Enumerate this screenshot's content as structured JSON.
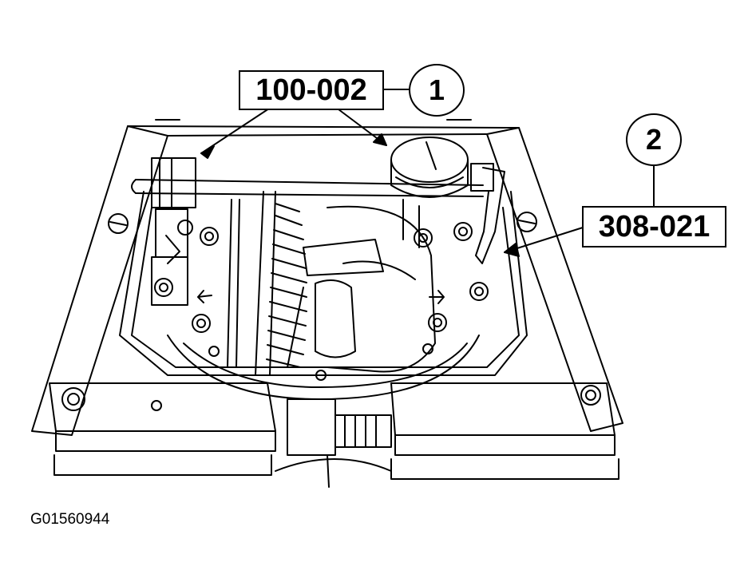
{
  "callouts": [
    {
      "number": "1",
      "tool_code": "100-002"
    },
    {
      "number": "2",
      "tool_code": "308-021"
    }
  ],
  "figure_code": "G01560944",
  "colors": {
    "line": "#000000",
    "background": "#ffffff"
  }
}
